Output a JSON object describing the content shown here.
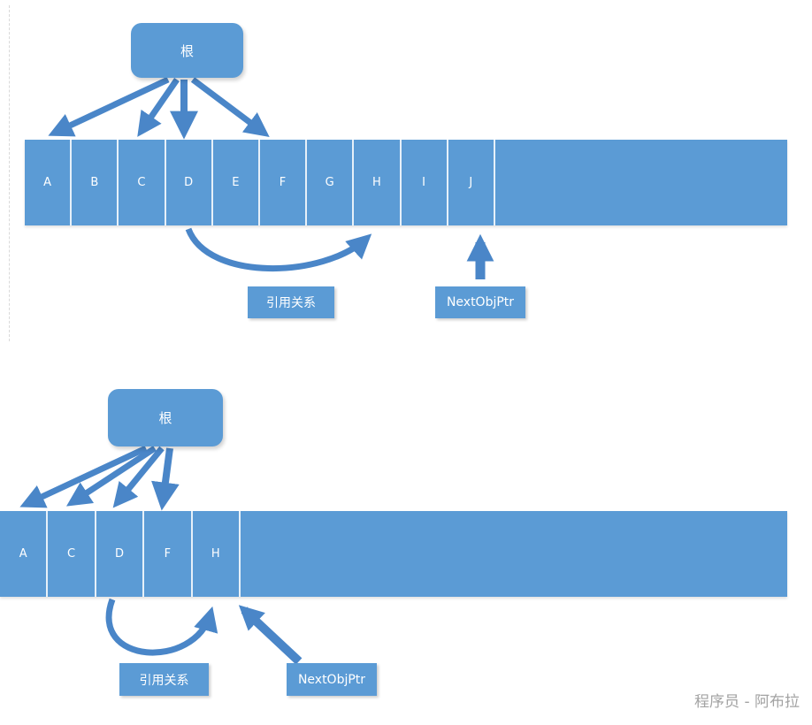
{
  "colors": {
    "bar": "#5b9bd5",
    "arrow": "#4a86c8",
    "label_box": "#5b9bd5",
    "watermark_text": "#a3a3a3"
  },
  "top": {
    "root_label": "根",
    "cells": [
      "A",
      "B",
      "C",
      "D",
      "E",
      "F",
      "G",
      "H",
      "I",
      "J"
    ],
    "labels": {
      "reference": "引用关系",
      "next_ptr": "NextObjPtr"
    }
  },
  "bottom": {
    "root_label": "根",
    "cells": [
      "A",
      "C",
      "D",
      "F",
      "H"
    ],
    "labels": {
      "reference": "引用关系",
      "next_ptr": "NextObjPtr"
    }
  },
  "watermark": "程序员 - 阿布拉"
}
